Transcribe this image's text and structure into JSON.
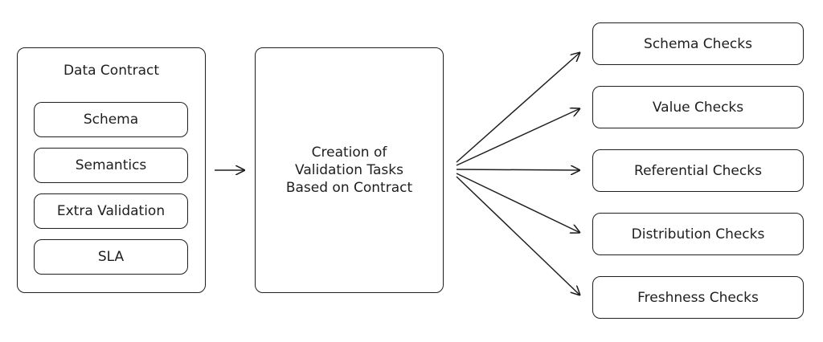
{
  "contract": {
    "title": "Data Contract",
    "items": [
      "Schema",
      "Semantics",
      "Extra Validation",
      "SLA"
    ]
  },
  "center": {
    "label": "Creation of Validation Tasks Based on Contract"
  },
  "checks": [
    "Schema Checks",
    "Value Checks",
    "Referential Checks",
    "Distribution Checks",
    "Freshness Checks"
  ]
}
